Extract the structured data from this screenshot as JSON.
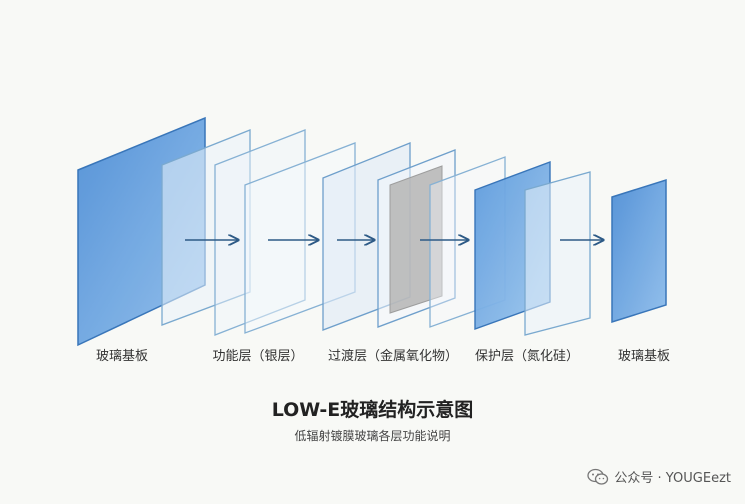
{
  "diagram": {
    "title": "LOW-E玻璃结构示意图",
    "subtitle": "低辐射镀膜玻璃各层功能说明",
    "labels": {
      "glass_left": "玻璃基板",
      "functional": "功能层（银层）",
      "transition": "过渡层（金属氧化物）",
      "protective": "保护层（氮化硅）",
      "glass_right": "玻璃基板"
    }
  },
  "watermark": {
    "text": "公众号 · YOUGEezt",
    "icon": "wechat-icon"
  },
  "colors": {
    "glass": "#6fa6e0",
    "glass_stroke": "#2f6fb6",
    "film_stroke": "#7aa9cf",
    "film_fill": "#eaf2fa",
    "oxide": "#b7b7b7",
    "arrow": "#2d5a86"
  }
}
